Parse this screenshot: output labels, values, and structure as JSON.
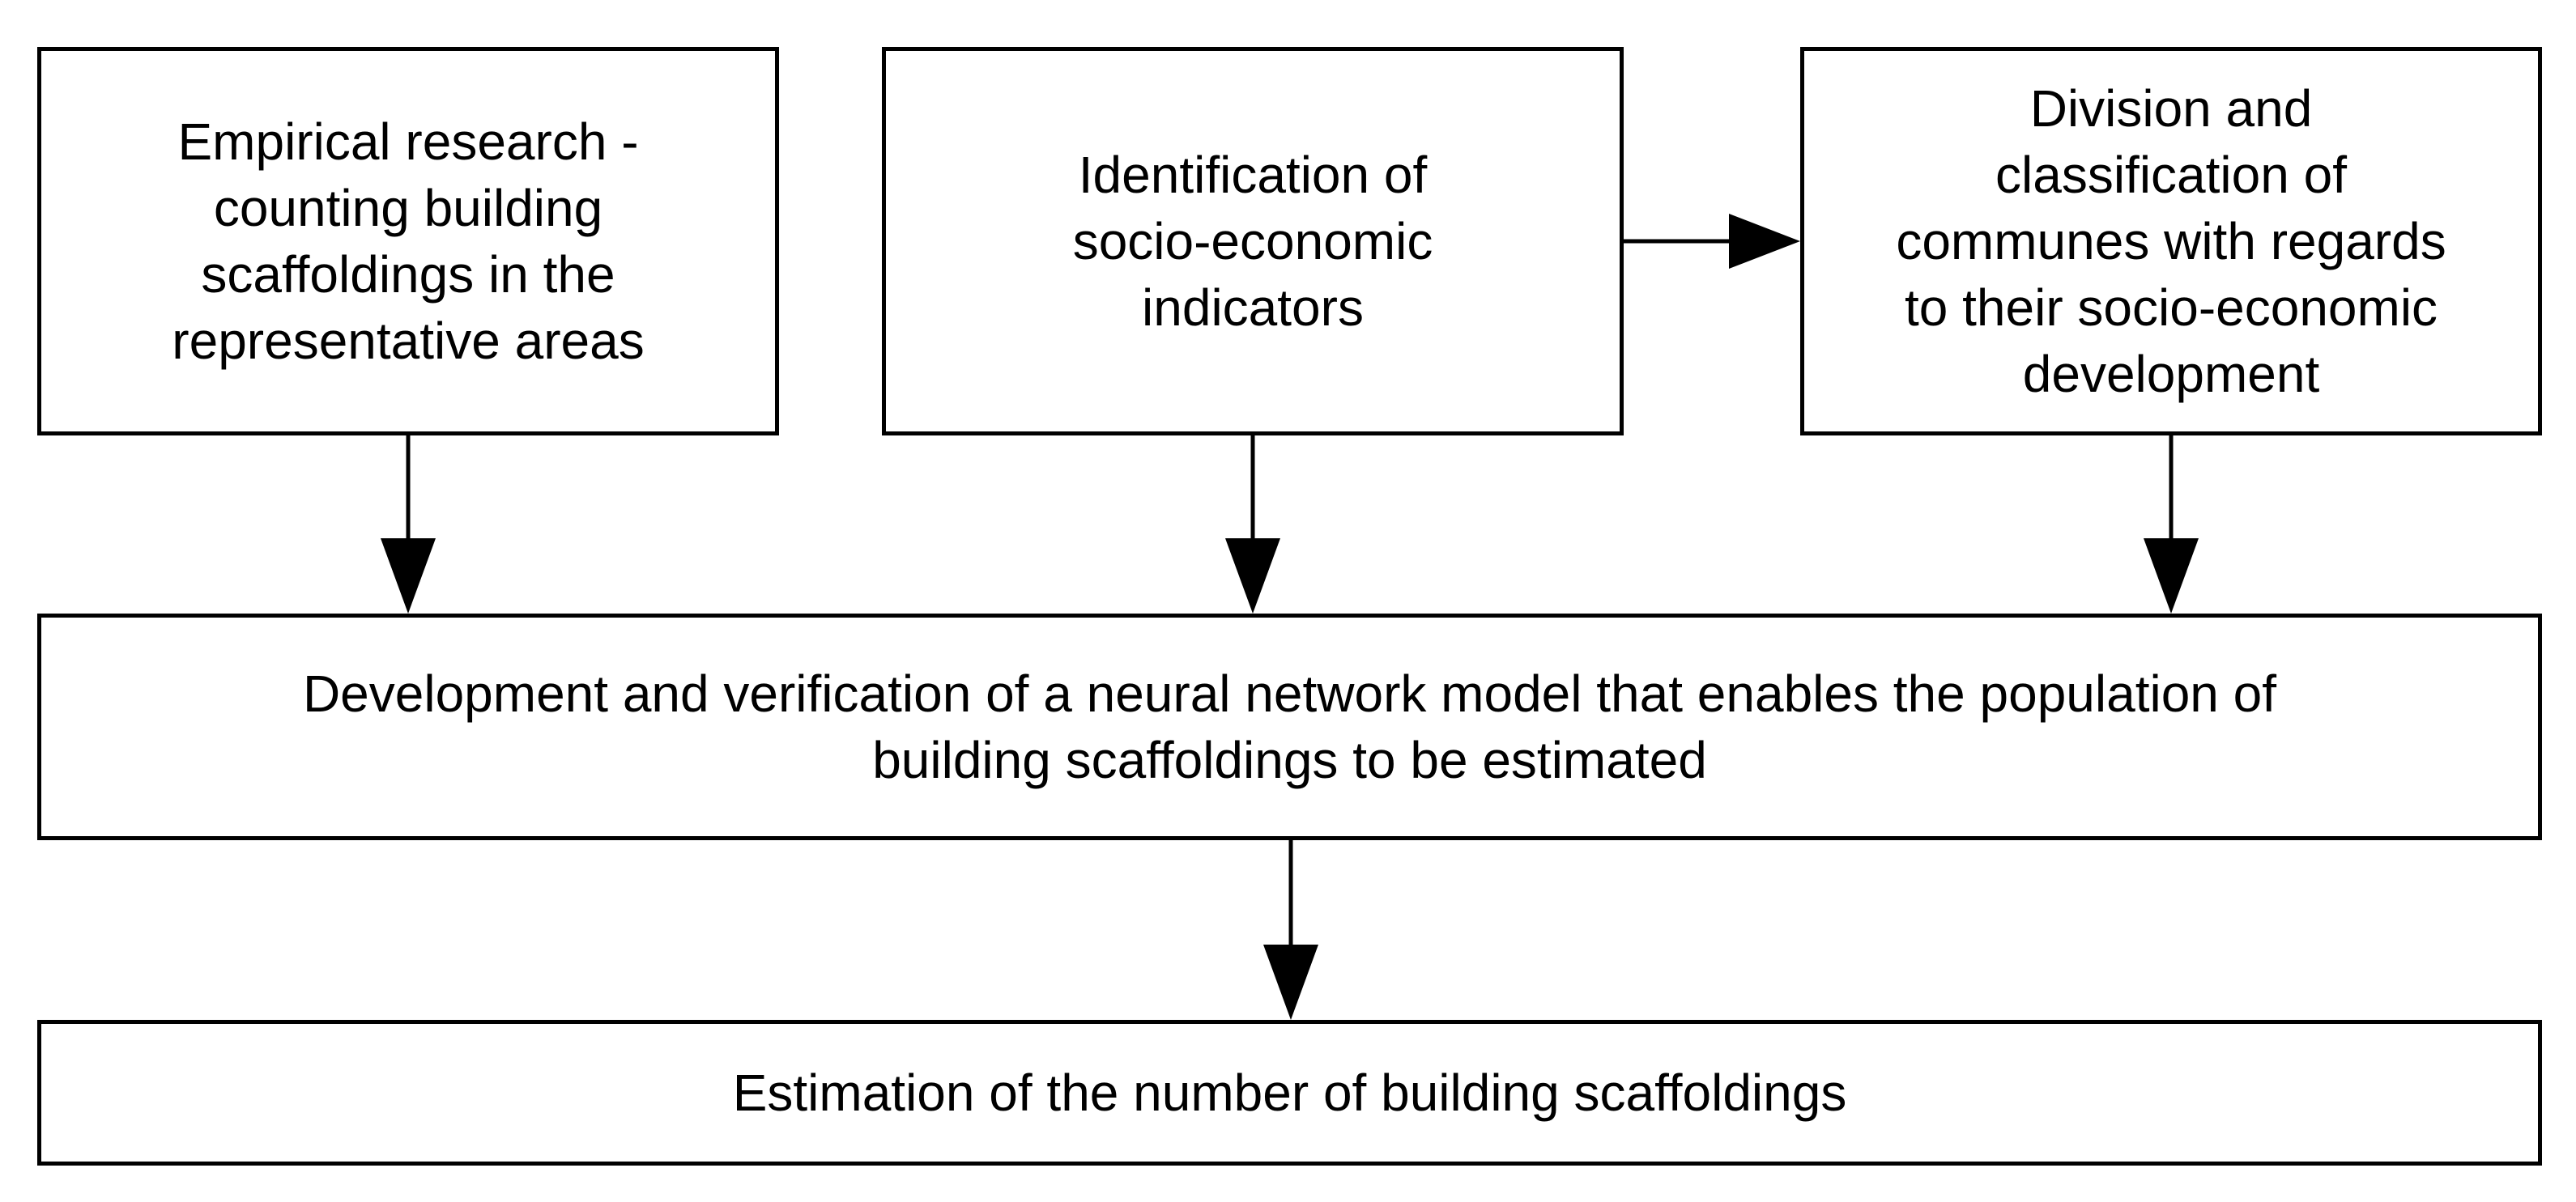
{
  "nodes": {
    "empirical": {
      "text": "Empirical research -\ncounting building\nscaffoldings in the\nrepresentative areas"
    },
    "indicators": {
      "text": "Identification of\nsocio-economic\nindicators"
    },
    "division": {
      "text": "Division and\nclassification of\ncommunes with regards\nto their socio-economic\ndevelopment"
    },
    "model": {
      "text": "Development and verification of a neural network model that enables the population of\nbuilding scaffoldings to be estimated"
    },
    "estimation": {
      "text": "Estimation of the number of building scaffoldings"
    }
  },
  "edges": [
    {
      "from": "indicators",
      "to": "division"
    },
    {
      "from": "empirical",
      "to": "model"
    },
    {
      "from": "indicators",
      "to": "model"
    },
    {
      "from": "division",
      "to": "model"
    },
    {
      "from": "model",
      "to": "estimation"
    }
  ]
}
